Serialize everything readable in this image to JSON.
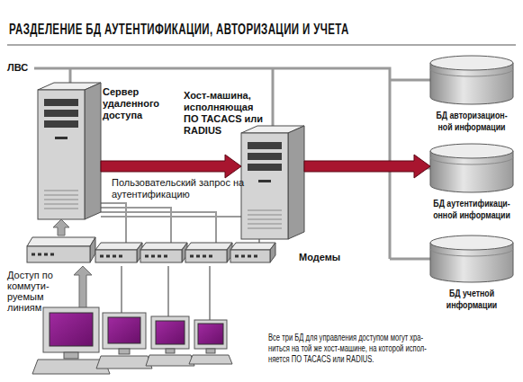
{
  "diagram": {
    "title": "РАЗДЕЛЕНИЕ БД АУТЕНТИФИКАЦИИ, АВТОРИЗАЦИИ И УЧЕТА",
    "nodes": [
      {
        "text": [
          "Сервер удаленного доступа"
        ]
      },
      {
        "text": [
          "Хост-машина, исполняющая ПО TACACS или RADIUS"
        ]
      },
      {
        "text": [
          "БД авторизацион- ной информации"
        ]
      },
      {
        "text": [
          "БД аутентификаци- онной информации"
        ]
      },
      {
        "text": [
          "БД учетной информации"
        ]
      },
      {
        "text": [
          "Модемы"
        ]
      }
    ],
    "edges": [
      {
        "from": 0,
        "to": 1,
        "arrow": "to",
        "label": "Пользовательский запрос на аутентификацию"
      },
      {
        "from": 1,
        "to": 3,
        "arrow": "to"
      },
      {
        "from": 5,
        "to": 0,
        "arrow": "to"
      }
    ],
    "labels": [
      "ЛВС",
      "Доступ по коммути- руемым линиям",
      "Все три БД для управления доступом могут хра- ниться на той же хост-машине, на которой испол- няется ПО TACACS или RADIUS."
    ]
  }
}
